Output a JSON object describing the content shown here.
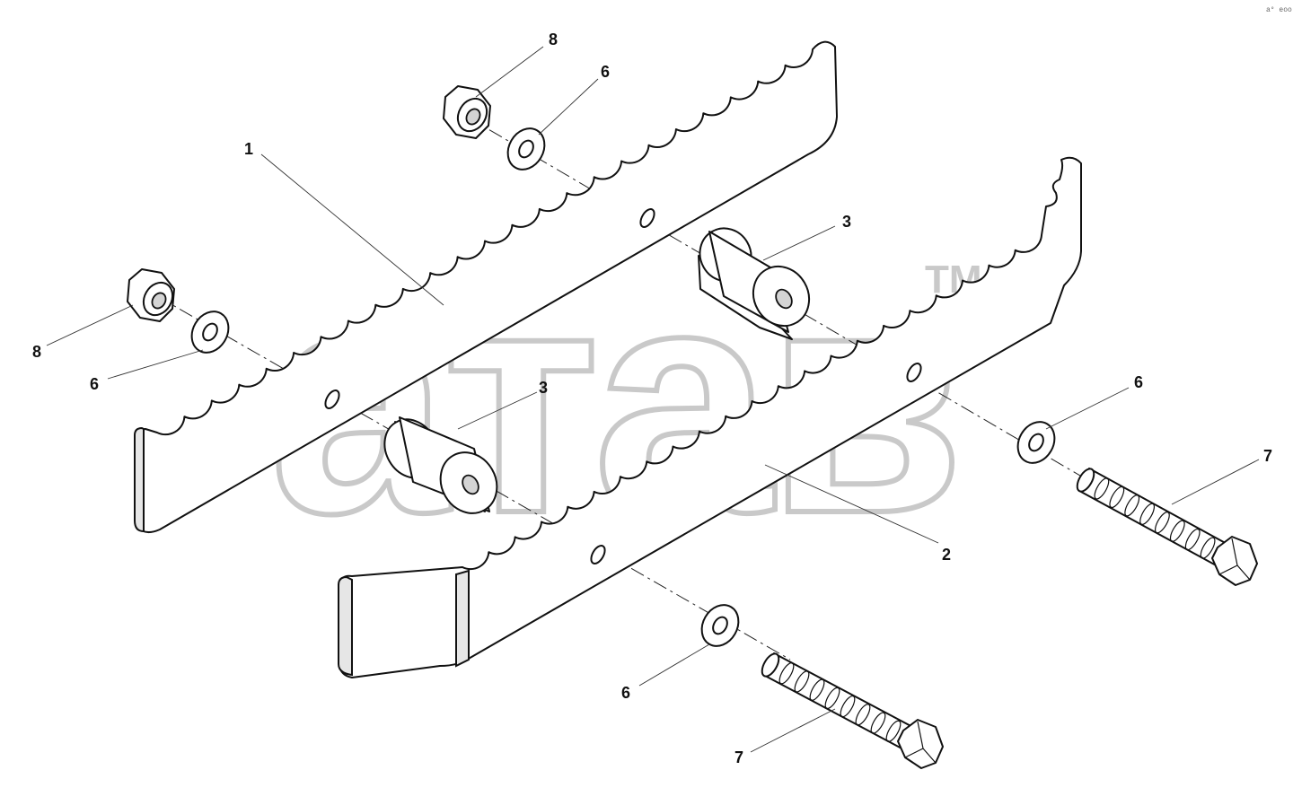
{
  "watermark": {
    "text": "атав",
    "tm": "TM"
  },
  "corner_mark": "a° eoo",
  "callouts": [
    {
      "id": "c1",
      "text": "1"
    },
    {
      "id": "c2",
      "text": "2"
    },
    {
      "id": "c3a",
      "text": "3"
    },
    {
      "id": "c3b",
      "text": "3"
    },
    {
      "id": "c6a",
      "text": "6"
    },
    {
      "id": "c6b",
      "text": "6"
    },
    {
      "id": "c6c",
      "text": "6"
    },
    {
      "id": "c6d",
      "text": "6"
    },
    {
      "id": "c7a",
      "text": "7"
    },
    {
      "id": "c7b",
      "text": "7"
    },
    {
      "id": "c8a",
      "text": "8"
    },
    {
      "id": "c8b",
      "text": "8"
    }
  ]
}
